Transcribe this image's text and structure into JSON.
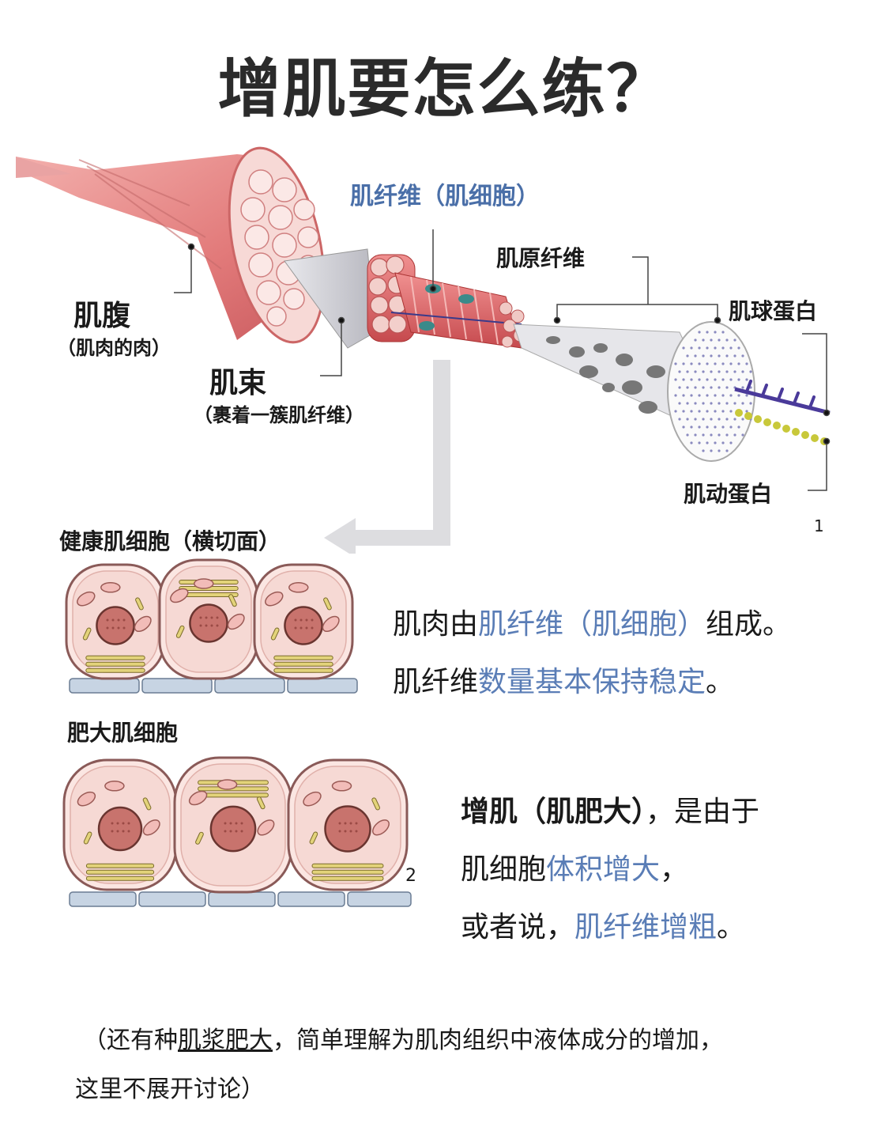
{
  "title": "增肌要怎么练？",
  "labels": {
    "muscle_belly": "肌腹",
    "muscle_belly_note": "（肌肉的肉）",
    "fascicle": "肌束",
    "fascicle_note": "（裹着一簇肌纤维）",
    "fiber": "肌纤维（肌细胞）",
    "myofibril": "肌原纤维",
    "myosin": "肌球蛋白",
    "actin": "肌动蛋白",
    "fig1_num": "1",
    "fig2_num": "2",
    "healthy_cells": "健康肌细胞（横切面）",
    "hypertrophy_cells": "肥大肌细胞"
  },
  "text1": {
    "l1_a": "肌肉由",
    "l1_b": "肌纤维（肌细胞）",
    "l1_c": "组成。",
    "l2_a": "肌纤维",
    "l2_b": "数量基本保持稳定",
    "l2_c": "。"
  },
  "text2": {
    "l1_a": "增肌（肌肥大）",
    "l1_b": "，是由于",
    "l2_a": "肌细胞",
    "l2_b": "体积增大",
    "l2_c": "，",
    "l3_a": "或者说，",
    "l3_b": "肌纤维增粗",
    "l3_c": "。"
  },
  "note": {
    "l1_a": "（还有种",
    "l1_b": "肌浆肥大",
    "l1_c": "，简单理解为肌肉组织中液体成分的增加，",
    "l2": "这里不展开讨论）"
  },
  "colors": {
    "muscle": "#e58a8a",
    "cell_fill": "#f6d9d4",
    "cell_stroke": "#8a5a58",
    "nucleus": "#c8736d",
    "highlight_text": "#5a7db6",
    "myosin": "#4a3a9a",
    "actin": "#c8c83a"
  }
}
